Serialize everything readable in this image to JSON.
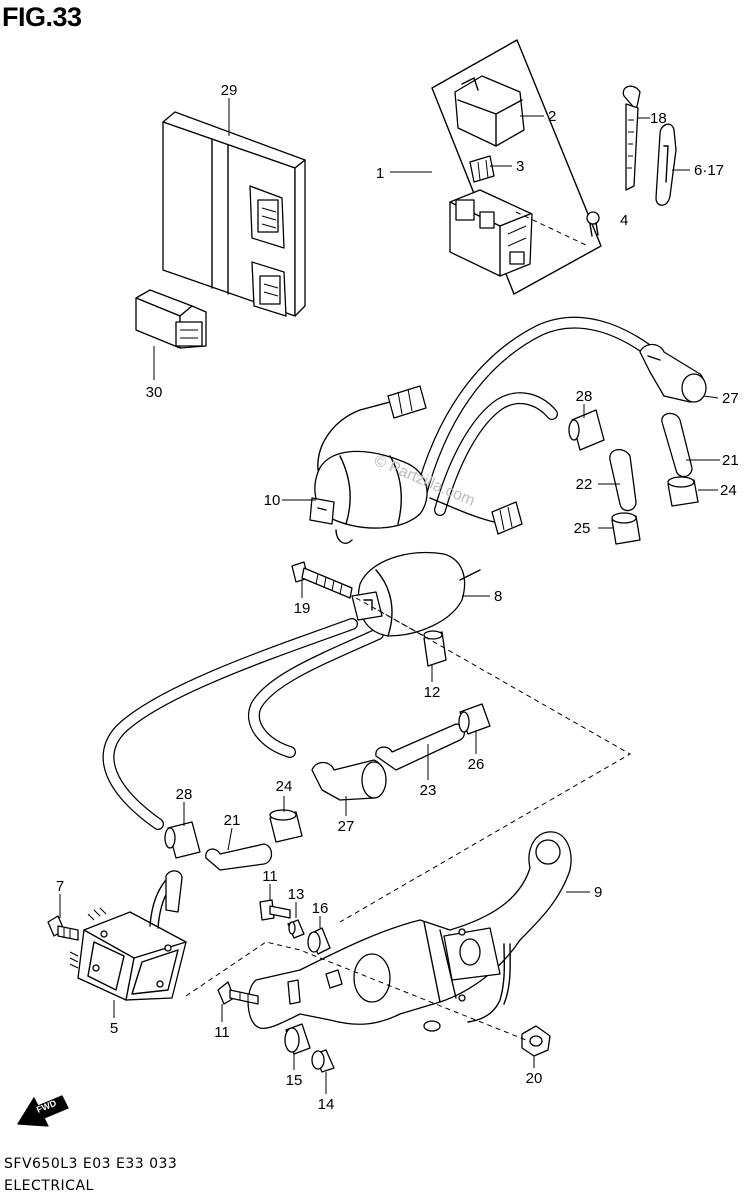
{
  "figure": {
    "title": "FIG.33",
    "model_code": "SFV650L3  E03  E33  033",
    "section_name": "ELECTRICAL",
    "watermark": "© Partzilla.com",
    "fwd_label": "FWD"
  },
  "parts": [
    {
      "id": "1",
      "label": "1"
    },
    {
      "id": "2",
      "label": "2"
    },
    {
      "id": "3",
      "label": "3"
    },
    {
      "id": "4",
      "label": "4"
    },
    {
      "id": "5",
      "label": "5"
    },
    {
      "id": "6-17",
      "label": "6·17"
    },
    {
      "id": "7",
      "label": "7"
    },
    {
      "id": "8",
      "label": "8"
    },
    {
      "id": "9",
      "label": "9"
    },
    {
      "id": "10",
      "label": "10"
    },
    {
      "id": "11a",
      "label": "11"
    },
    {
      "id": "11b",
      "label": "11"
    },
    {
      "id": "12",
      "label": "12"
    },
    {
      "id": "13",
      "label": "13"
    },
    {
      "id": "14",
      "label": "14"
    },
    {
      "id": "15",
      "label": "15"
    },
    {
      "id": "16",
      "label": "16"
    },
    {
      "id": "18",
      "label": "18"
    },
    {
      "id": "19",
      "label": "19"
    },
    {
      "id": "20",
      "label": "20"
    },
    {
      "id": "21a",
      "label": "21"
    },
    {
      "id": "21b",
      "label": "21"
    },
    {
      "id": "22",
      "label": "22"
    },
    {
      "id": "23",
      "label": "23"
    },
    {
      "id": "24a",
      "label": "24"
    },
    {
      "id": "24b",
      "label": "24"
    },
    {
      "id": "25",
      "label": "25"
    },
    {
      "id": "26",
      "label": "26"
    },
    {
      "id": "27a",
      "label": "27"
    },
    {
      "id": "27b",
      "label": "27"
    },
    {
      "id": "28a",
      "label": "28"
    },
    {
      "id": "28b",
      "label": "28"
    },
    {
      "id": "29",
      "label": "29"
    },
    {
      "id": "30",
      "label": "30"
    }
  ]
}
